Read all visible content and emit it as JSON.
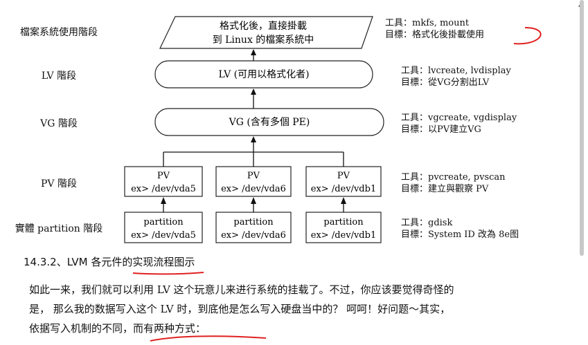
{
  "stages": [
    {
      "label": "檔案系統使用階段"
    },
    {
      "label": "LV 階段"
    },
    {
      "label": "VG 階段"
    },
    {
      "label": "PV 階段"
    },
    {
      "label": "實體 partition 階段"
    }
  ],
  "fs_box": {
    "line1": "格式化後，直接掛載",
    "line2": "到 Linux 的檔案系統中"
  },
  "lv_box": {
    "label": "LV (可用以格式化者)"
  },
  "vg_box": {
    "label": "VG (含有多個 PE)"
  },
  "pv_boxes": [
    {
      "title": "PV",
      "dev": "ex> /dev/vda5"
    },
    {
      "title": "PV",
      "dev": "ex> /dev/vda6"
    },
    {
      "title": "PV",
      "dev": "ex> /dev/vdb1"
    }
  ],
  "partition_boxes": [
    {
      "title": "partition",
      "dev": "ex> /dev/vda5"
    },
    {
      "title": "partition",
      "dev": "ex> /dev/vda6"
    },
    {
      "title": "partition",
      "dev": "ex> /dev/vdb1"
    }
  ],
  "tools": [
    {
      "tool": "工具：mkfs, mount",
      "goal": "目標：格式化後掛載使用"
    },
    {
      "tool": "工具：lvcreate, lvdisplay",
      "goal": "目標：從VG分割出LV"
    },
    {
      "tool": "工具：vgcreate, vgdisplay",
      "goal": "目標：以PV建立VG"
    },
    {
      "tool": "工具：pvcreate, pvscan",
      "goal": "目標：建立與觀察 PV"
    },
    {
      "tool": "工具：gdisk",
      "goal": "目標：System ID 改為 8e"
    }
  ],
  "image_marker": "图",
  "caption": "14.3.2、LVM 各元件的实现流程图示",
  "paragraph": [
    "如此一来，我们就可以利用 LV 这个玩意儿来进行系统的挂载了。不过，你应该要觉得奇怪的",
    "是， 那么我的数据写入这个 LV 时，到底他是怎么写入硬盘当中的？ 呵呵！好问题～其实，",
    "依据写入机制的不同，而有两种方式："
  ],
  "colors": {
    "annotation": "#e02020",
    "scrollbar": "#c8c8c8"
  }
}
